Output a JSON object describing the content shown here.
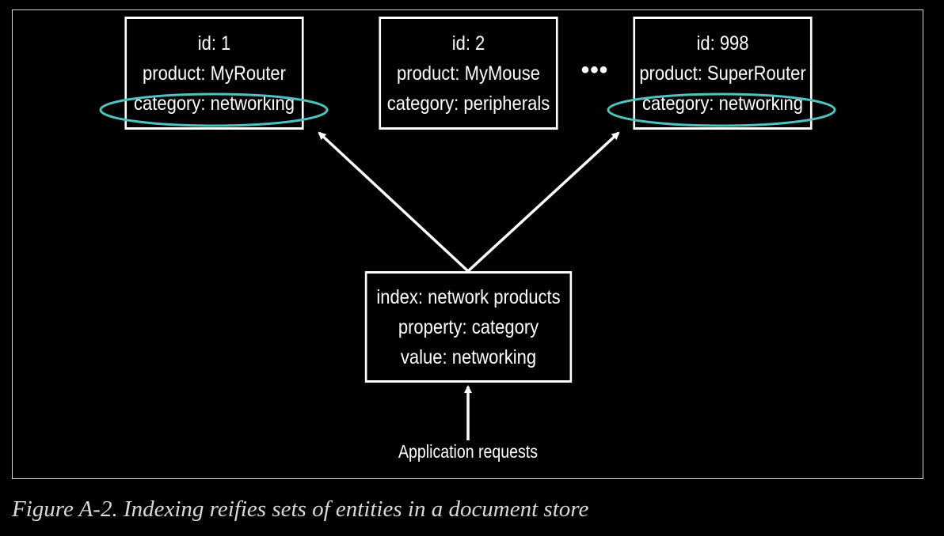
{
  "documents": [
    {
      "id_line": "id: 1",
      "product_line": "product: MyRouter",
      "category_line": "category: networking",
      "highlighted": true
    },
    {
      "id_line": "id: 2",
      "product_line": "product: MyMouse",
      "category_line": "category: peripherals",
      "highlighted": false
    },
    {
      "id_line": "id: 998",
      "product_line": "product: SuperRouter",
      "category_line": "category: networking",
      "highlighted": true
    }
  ],
  "ellipsis": "•••",
  "index": {
    "index_line": "index: network products",
    "property_line": "property: category",
    "value_line": "value: networking"
  },
  "app_label": "Application requests",
  "caption": "Figure A-2. Indexing reifies sets of entities in a document store",
  "colors": {
    "highlight": "#4fc3c0",
    "line": "#ffffff",
    "background": "#000000"
  }
}
